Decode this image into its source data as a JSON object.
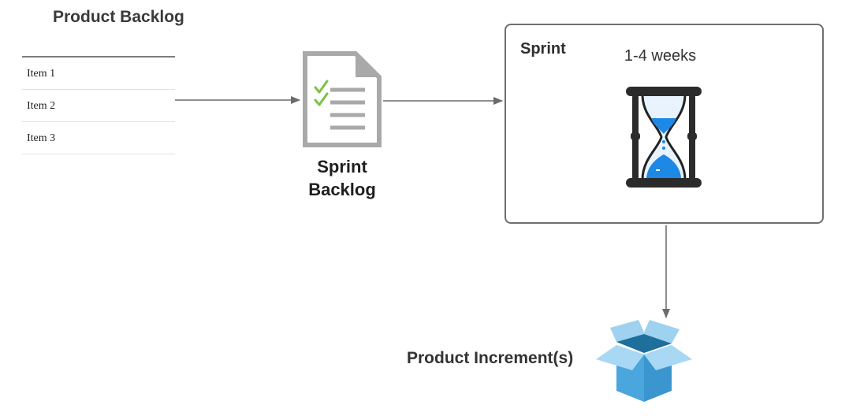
{
  "product_backlog": {
    "title": "Product Backlog",
    "items": [
      "Item 1",
      "Item 2",
      "Item 3"
    ]
  },
  "sprint_backlog": {
    "label_line1": "Sprint",
    "label_line2": "Backlog",
    "icon": "checklist-document-icon"
  },
  "sprint": {
    "title": "Sprint",
    "duration": "1-4 weeks",
    "icon": "hourglass-icon"
  },
  "product_increment": {
    "label": "Product Increment(s)",
    "icon": "open-box-icon"
  },
  "colors": {
    "arrow": "#6b6b6b",
    "document_gray": "#a9a9a9",
    "check_green": "#7cc242",
    "hourglass_blue": "#1e88e5",
    "box_blue": "#5fb2e2"
  }
}
